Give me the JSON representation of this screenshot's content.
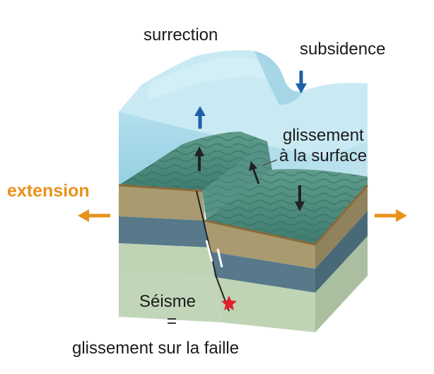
{
  "labels": {
    "surrection": "surrection",
    "subsidence": "subsidence",
    "surface_slip_line1": "glissement",
    "surface_slip_line2": "à la surface",
    "extension": "extension",
    "earthquake": "Séisme",
    "equals": "=",
    "fault_slip": "glissement sur la faille"
  },
  "colors": {
    "water_side": "#8fd0e6",
    "water_top": "#bfe6f1",
    "ocean_floor": "#4e8c7e",
    "layer_tan": "#a99b6f",
    "layer_blue": "#57798a",
    "layer_pale": "#bed4b5",
    "extension_arrows": "#e8921b",
    "uplift_subsidence_arrows": "#1d5fa8",
    "slip_arrows": "#222222",
    "epicenter_star": "#e4202a"
  },
  "icons": [
    "up-arrow-icon",
    "down-arrow-icon",
    "left-arrow-icon",
    "right-arrow-icon",
    "star-icon"
  ]
}
